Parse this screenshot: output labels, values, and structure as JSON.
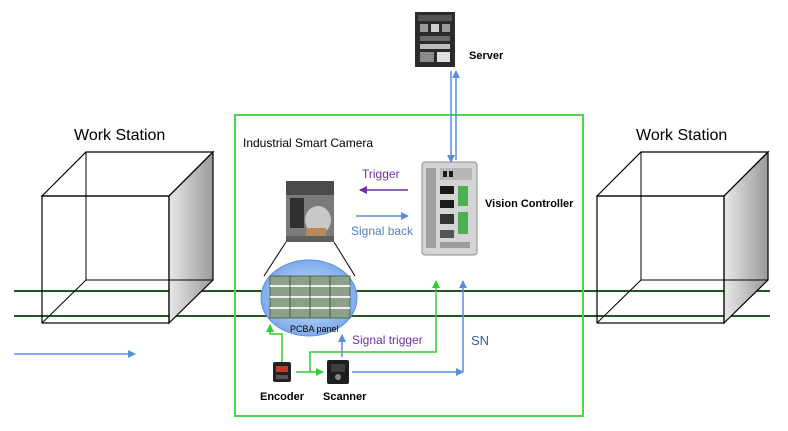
{
  "labels": {
    "work_station_left": "Work Station",
    "work_station_right": "Work Station",
    "industrial_smart_camera": "Industrial Smart Camera",
    "server": "Server",
    "vision_controller": "Vision Controller",
    "trigger": "Trigger",
    "signal_back": "Signal back",
    "pcba_panel": "PCBA panel",
    "signal_trigger": "Signal trigger",
    "sn": "SN",
    "encoder": "Encoder",
    "scanner": "Scanner"
  },
  "colors": {
    "boundary_green": "#4cd64c",
    "conveyor_green": "#1e5a1e",
    "arrow_blue": "#5b8fdc",
    "signal_green": "#33cc33",
    "label_purple": "#7030a0",
    "label_blue": "#4f81bd"
  },
  "icons": {
    "server": "server-rack-icon",
    "vision_controller": "industrial-pc-icon",
    "camera": "camera-photo-icon",
    "pcba": "circuit-board-icon",
    "encoder": "encoder-sensor-icon",
    "scanner": "barcode-scanner-icon"
  }
}
